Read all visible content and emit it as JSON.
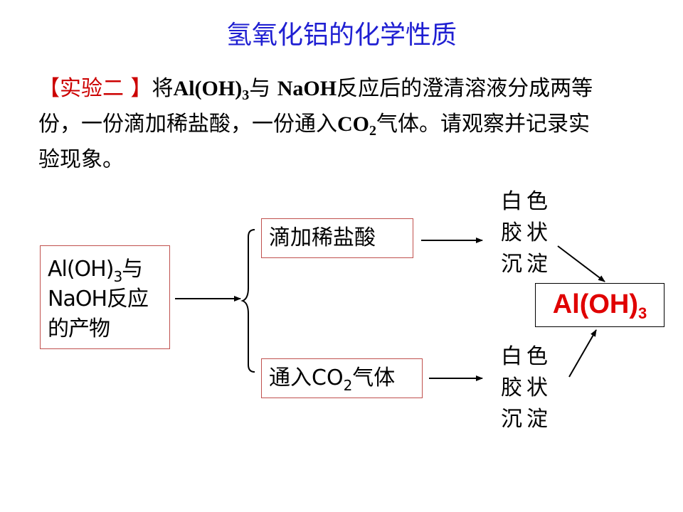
{
  "title": "氢氧化铝的化学性质",
  "intro": {
    "tag": "【实验二 】",
    "t1": "将",
    "b1": "Al(OH)",
    "s1": "3",
    "t2": "与 ",
    "b2": "NaOH",
    "t3": "反应后的澄清溶液分成两等份，一份滴加稀盐酸，一份通入",
    "b3": "CO",
    "s2": "2",
    "t4": "气体。请观察并记录实验现象。"
  },
  "reactant": {
    "f1": "Al(OH)",
    "sub": "3",
    "t1": "与",
    "f2": "NaOH",
    "t2": "反应",
    "t3": "的产物"
  },
  "branch_acid": {
    "label": "滴加稀盐酸"
  },
  "branch_co2": {
    "t1": "通入",
    "f": "CO",
    "sub": "2",
    "t2": "气体"
  },
  "observation_1": {
    "l1": "白色",
    "l2": "胶状",
    "l3": "沉淀"
  },
  "observation_2": {
    "l1": "白色",
    "l2": "胶状",
    "l3": "沉淀"
  },
  "product": {
    "f": "Al(OH)",
    "sub": "3"
  },
  "colors": {
    "title": "#1f1fd2",
    "tag": "#cc0000",
    "box_border": "#c0504d",
    "product": "#e00000"
  }
}
